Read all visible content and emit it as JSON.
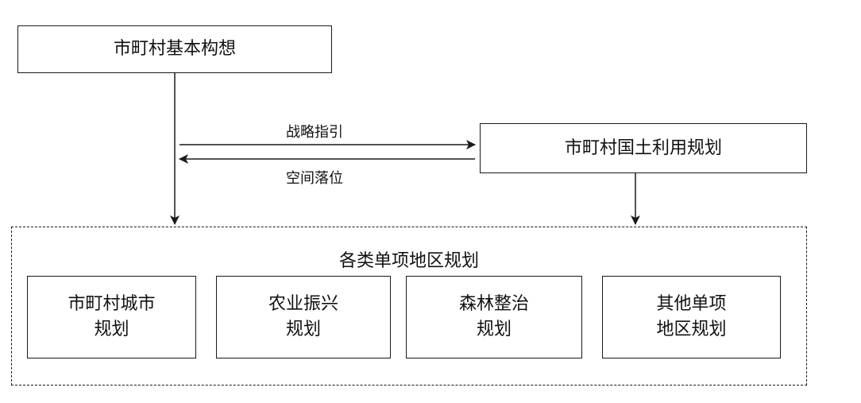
{
  "nodes": {
    "basic_plan": "市町村基本构想",
    "land_use_plan": "市町村国土利用规划",
    "group_title": "各类单项地区规划",
    "sub_plans": [
      "市町村城市\n规划",
      "农业振兴\n规划",
      "森林整治\n规划",
      "其他单项\n地区规划"
    ]
  },
  "edges": {
    "strategic_guidance": "战略指引",
    "spatial_implementation": "空间落位"
  }
}
